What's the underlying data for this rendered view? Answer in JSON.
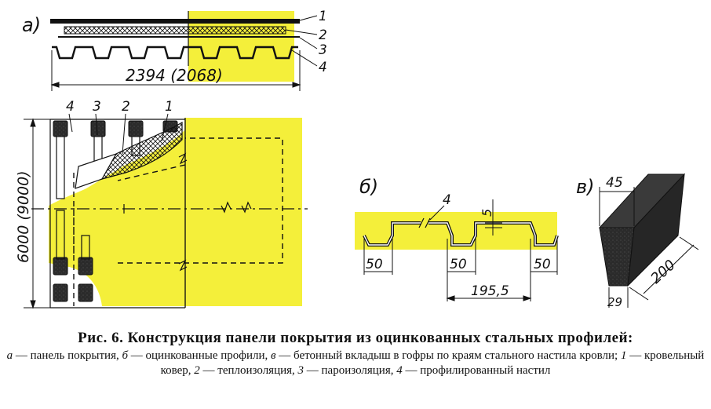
{
  "figure": {
    "panel_a": {
      "label": "а)",
      "layer_numbers": [
        "1",
        "2",
        "3",
        "4"
      ],
      "width_dim": "2394 (2068)",
      "length_dim": "6000 (9000)"
    },
    "plan_labels": [
      "4",
      "3",
      "2",
      "1"
    ],
    "panel_b": {
      "label": "б)",
      "callout": "4",
      "height_dim": "5",
      "dims": [
        "50",
        "50",
        "50"
      ],
      "pitch_dim": "195,5"
    },
    "panel_v": {
      "label": "в)",
      "top_dim": "45",
      "length_dim": "200",
      "bottom_dim": "29"
    },
    "colors": {
      "highlight": "#f4ef3a",
      "ink": "#111111",
      "insert": "#2a2a2a"
    }
  },
  "caption": {
    "title": "Рис. 6. Конструкция панели покрытия из оцинкованных стальных профилей:",
    "items": [
      {
        "key": "а",
        "text": " — панель покрытия, "
      },
      {
        "key": "б",
        "text": " — оцинкованные профили, "
      },
      {
        "key": "в",
        "text": " — бетонный вкладыш в гофры по краям стального настила кровли; "
      },
      {
        "key": "1",
        "text": " — кровельный ковер, "
      },
      {
        "key": "2",
        "text": " — теплоизоляция, "
      },
      {
        "key": "3",
        "text": " — пароизоляция, "
      },
      {
        "key": "4",
        "text": " — профилированный настил"
      }
    ]
  }
}
